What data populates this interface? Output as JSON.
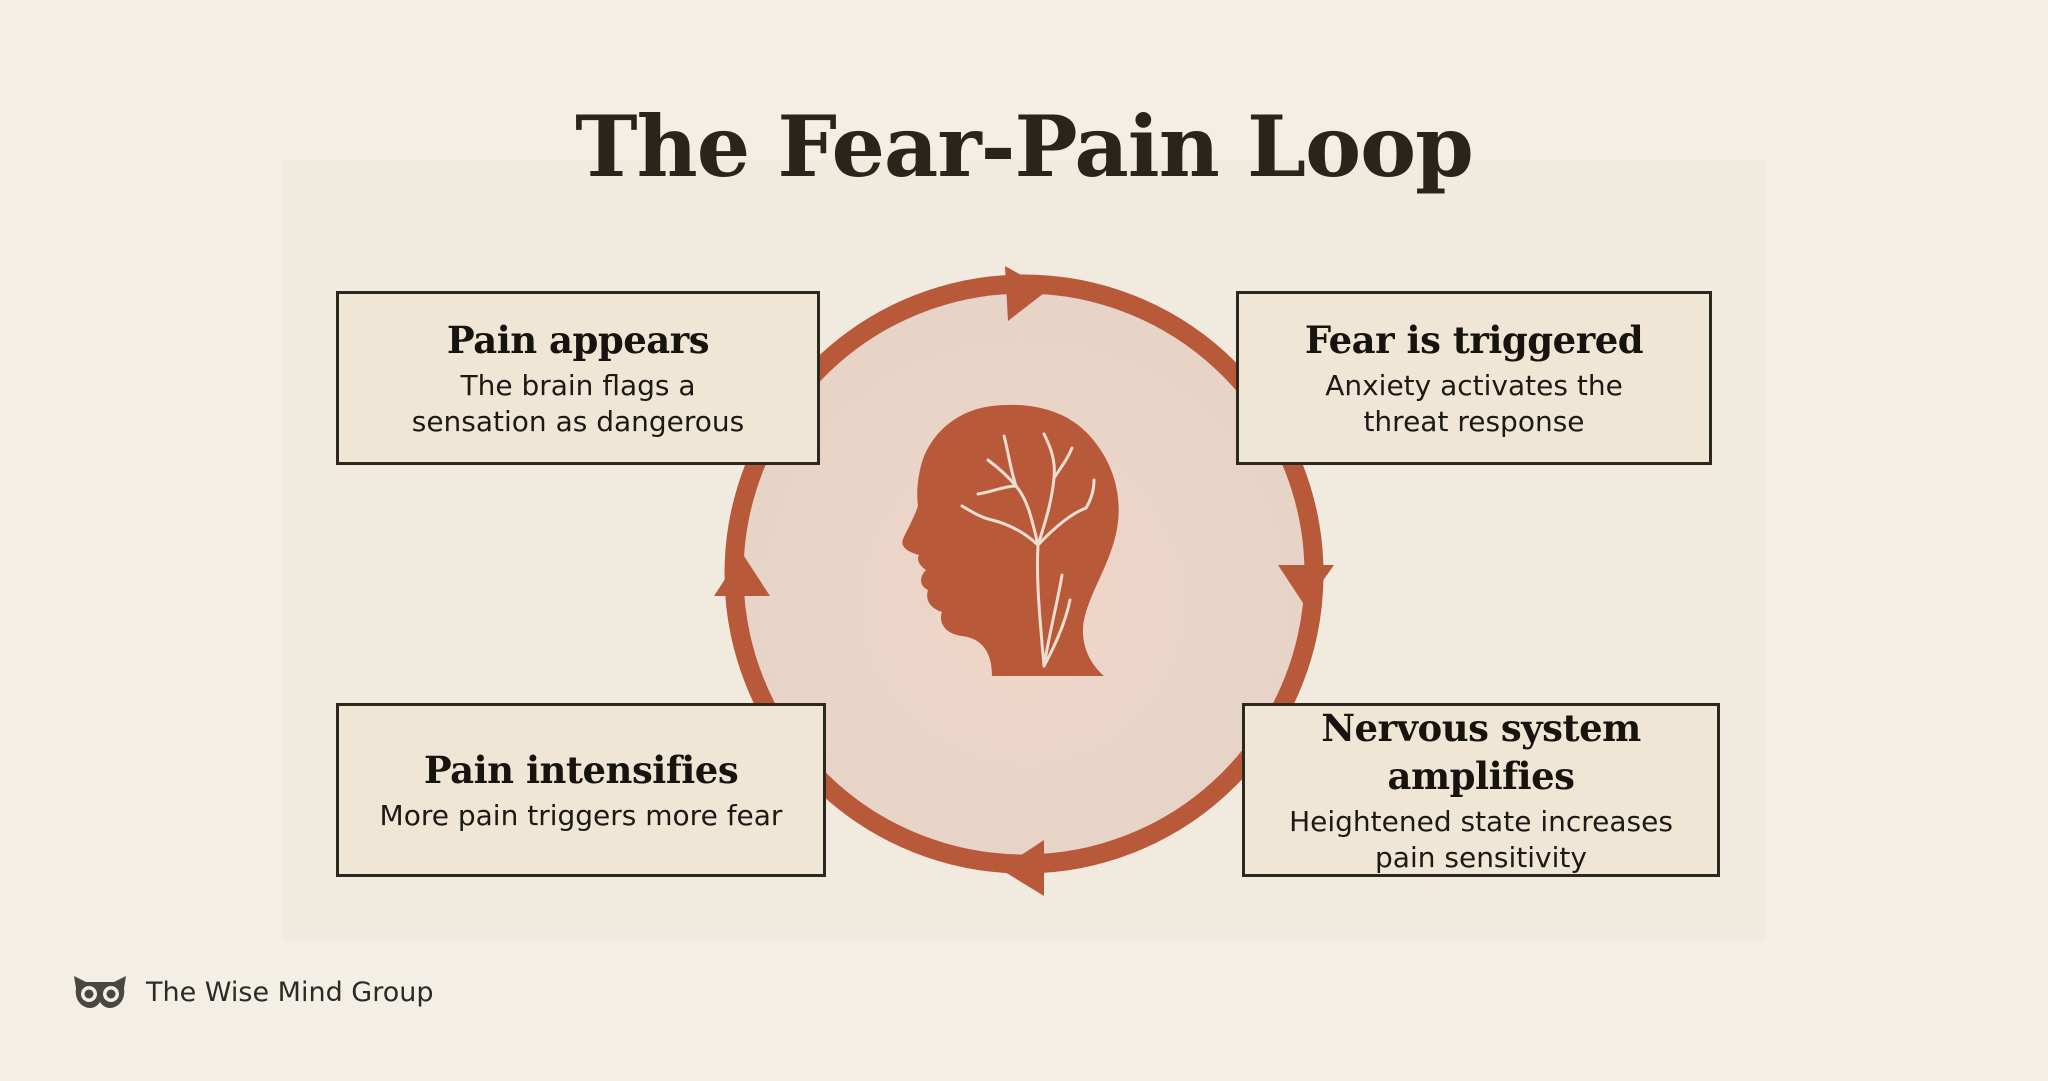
{
  "title": "The Fear-Pain Loop",
  "center": {
    "icon": "head-with-nerves-icon"
  },
  "steps": [
    {
      "title": "Pain appears",
      "description_line1": "The brain flags a",
      "description_line2": "sensation as dangerous"
    },
    {
      "title": "Fear is triggered",
      "description_line1": "Anxiety activates the",
      "description_line2": "threat response"
    },
    {
      "title": "Nervous system amplifies",
      "description_line1": "Heightened state increases",
      "description_line2": "pain sensitivity"
    },
    {
      "title": "Pain intensifies",
      "description_line1": "More pain triggers more fear",
      "description_line2": ""
    }
  ],
  "footer": {
    "brand": "The Wise Mind Group",
    "logo_icon": "owl-icon"
  },
  "colors": {
    "background": "#f3efe6",
    "accent": "#b85a3a",
    "box_fill": "#efe6d6",
    "box_border": "#2b2820",
    "title_text": "#2a251b"
  }
}
